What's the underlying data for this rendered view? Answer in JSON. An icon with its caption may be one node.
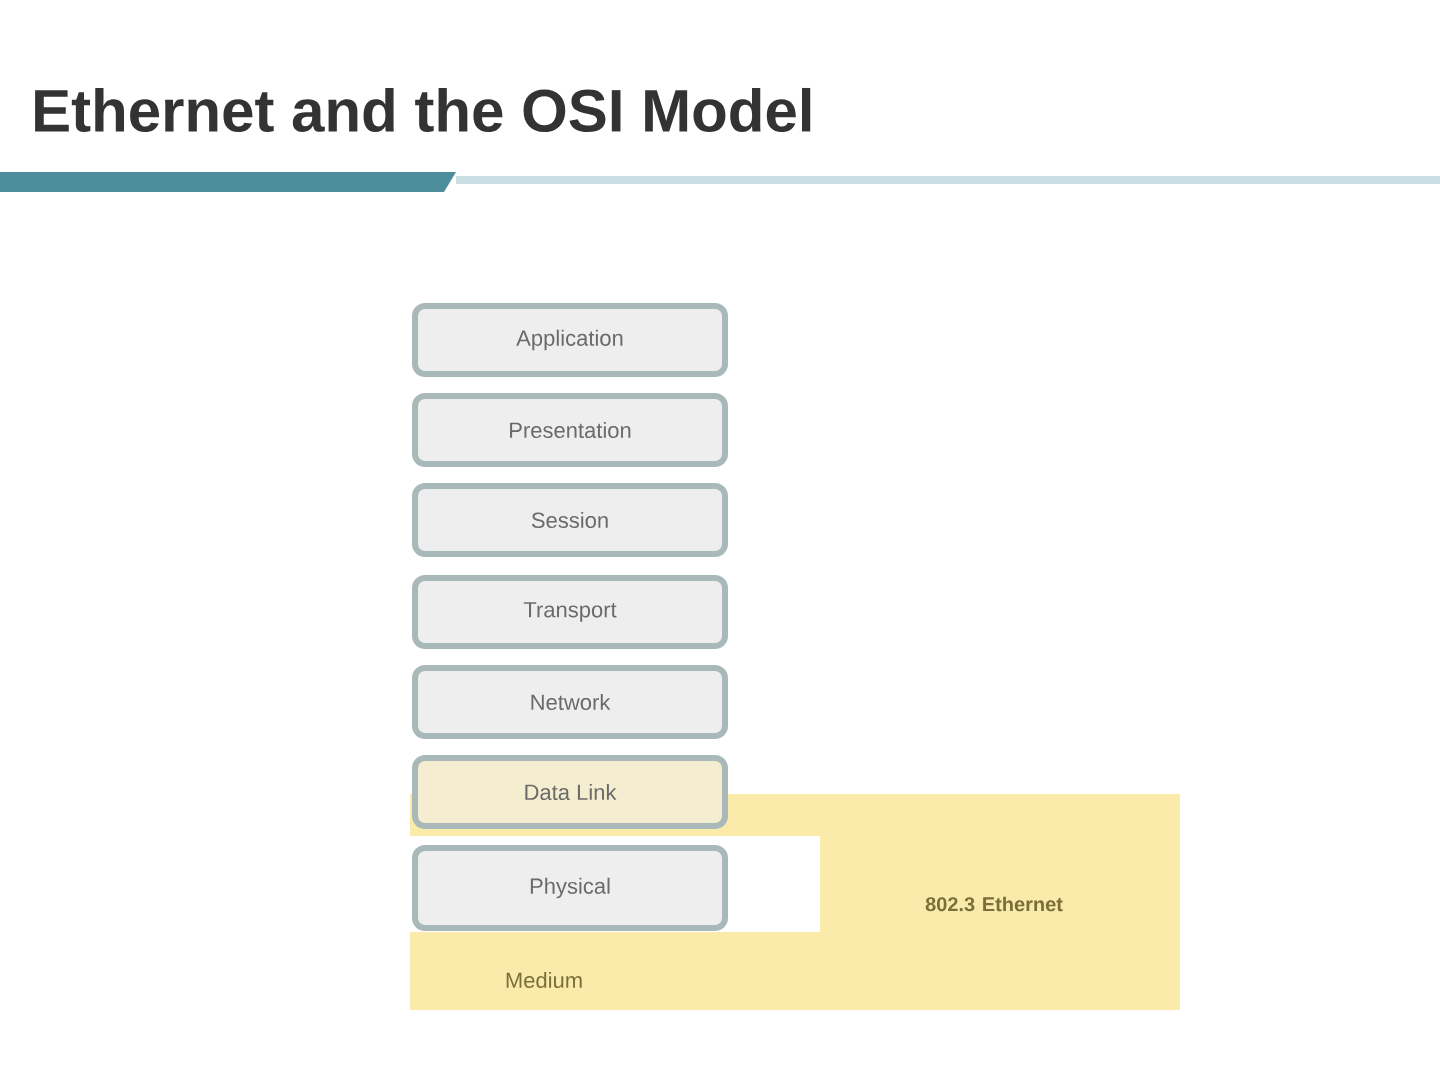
{
  "diagram": {
    "title": "Ethernet and the OSI Model",
    "nodes": [
      {
        "text": [
          "Application"
        ]
      },
      {
        "text": [
          "Presentation"
        ]
      },
      {
        "text": [
          "Session"
        ]
      },
      {
        "text": [
          "Transport"
        ]
      },
      {
        "text": [
          "Network"
        ]
      },
      {
        "text": [
          "Data Link"
        ]
      },
      {
        "text": [
          "Physical"
        ]
      },
      {
        "text": [
          "802.3 Ethernet",
          "Medium"
        ]
      }
    ]
  }
}
